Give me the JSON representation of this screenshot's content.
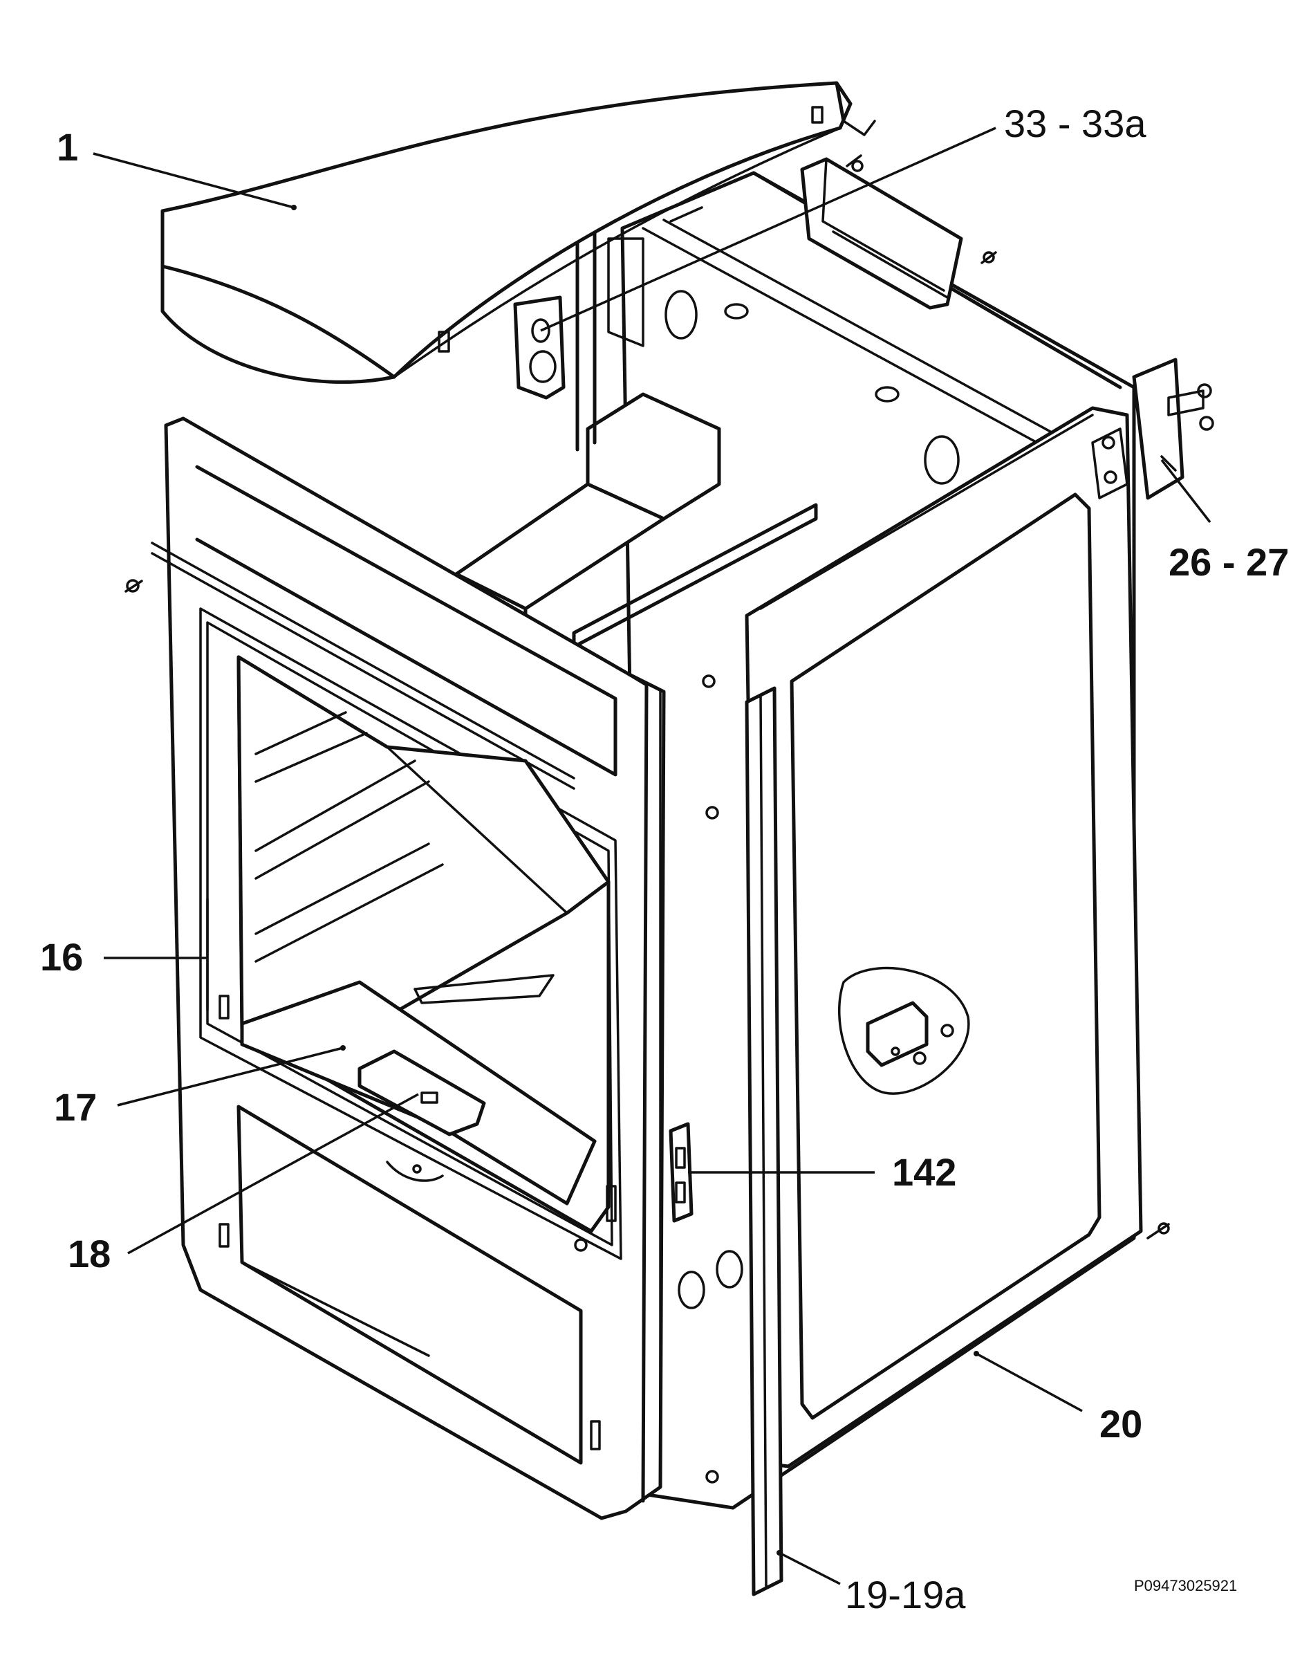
{
  "callouts": {
    "c1": "1",
    "c33": "33 - 33a",
    "c26": "26 - 27",
    "c16": "16",
    "c17": "17",
    "c18": "18",
    "c142": "142",
    "c20": "20",
    "c19": "19-19a"
  },
  "drawing_code": "P09473025921",
  "colors": {
    "line": "#111111",
    "background": "#ffffff"
  }
}
